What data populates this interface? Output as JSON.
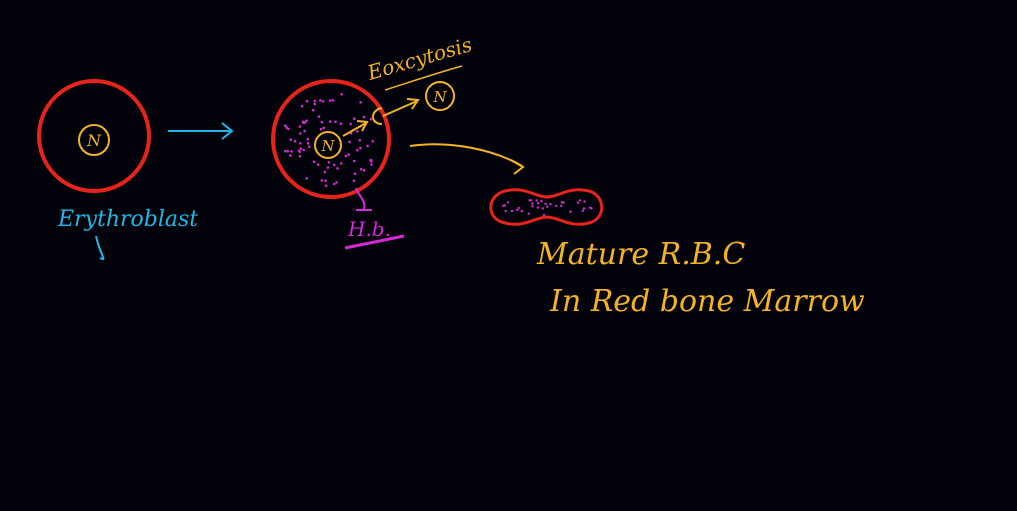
{
  "labels": {
    "nucleus_symbol": "N",
    "erythroblast": "Erythroblast",
    "exocytosis": "Eoxcytosis",
    "hemoglobin": "H.b.",
    "mature_rbc": "Mature R.B.C",
    "location": "In Red bone Marrow"
  },
  "colors": {
    "background": "#02030a",
    "cell_membrane": "#e8231b",
    "nucleus_outline": "#f6b321",
    "arrow_cyan": "#1fb8e6",
    "annotation_yellow": "#f6b321",
    "hemoglobin_dots": "#d62ad6",
    "hemoglobin_label": "#d62ad6"
  }
}
